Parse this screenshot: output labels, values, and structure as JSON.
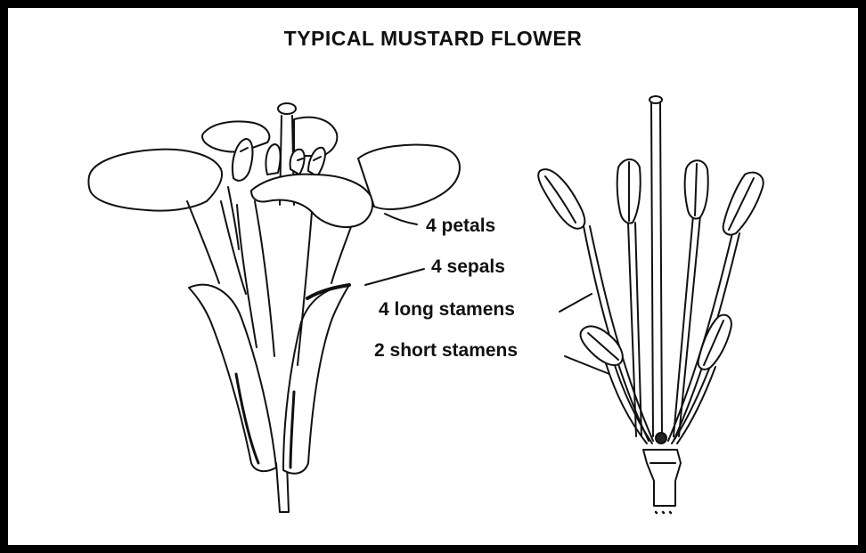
{
  "title": "TYPICAL MUSTARD FLOWER",
  "labels": {
    "petals": "4 petals",
    "sepals": "4 sepals",
    "long_stamens": "4 long stamens",
    "short_stamens": "2 short stamens"
  },
  "colors": {
    "line": "#111111",
    "background": "#ffffff",
    "border": "#000000"
  }
}
